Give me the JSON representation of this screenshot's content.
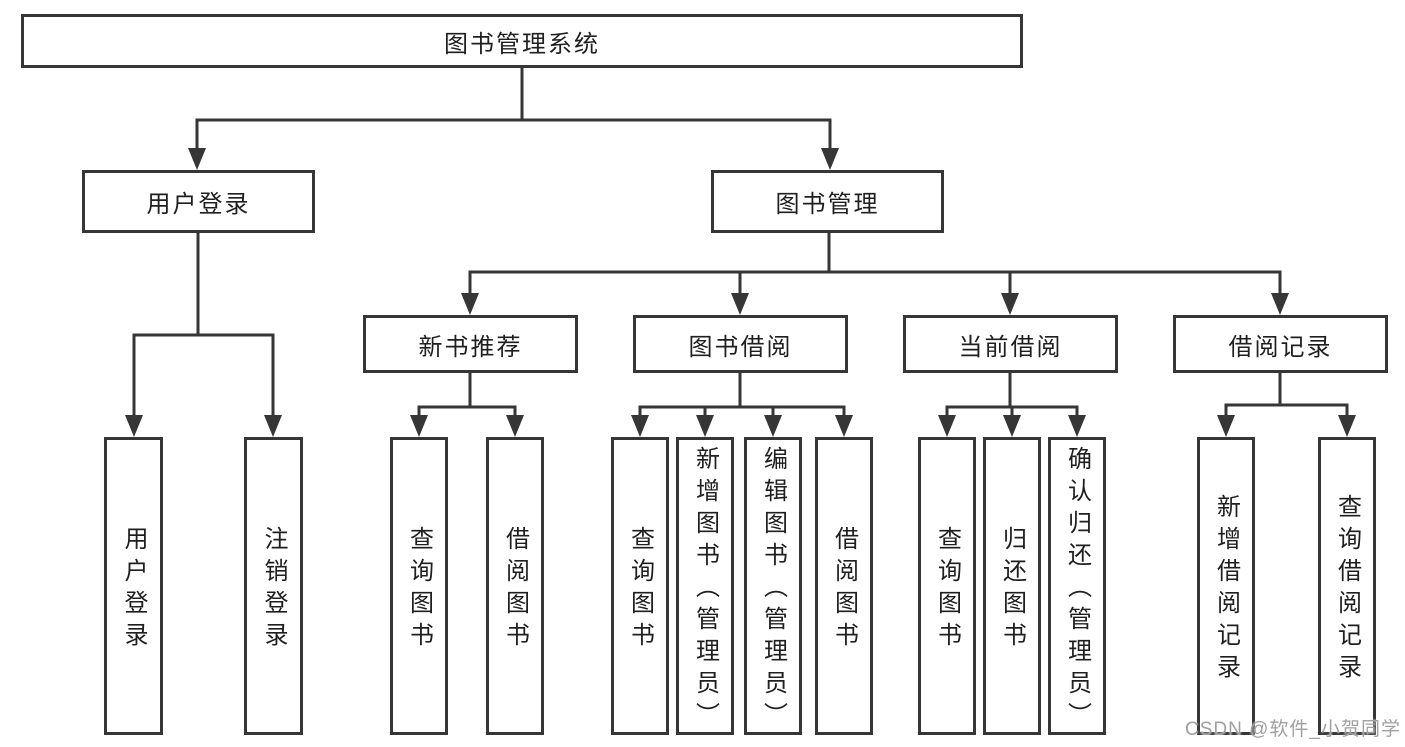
{
  "tree": {
    "root": {
      "label": "图书管理系统",
      "children": [
        {
          "label": "用户登录",
          "children": [
            {
              "label": "用户登录"
            },
            {
              "label": "注销登录"
            }
          ]
        },
        {
          "label": "图书管理",
          "children": [
            {
              "label": "新书推荐",
              "children": [
                {
                  "label": "查询图书"
                },
                {
                  "label": "借阅图书"
                }
              ]
            },
            {
              "label": "图书借阅",
              "children": [
                {
                  "label": "查询图书"
                },
                {
                  "label": "新增图书（管理员）"
                },
                {
                  "label": "编辑图书（管理员）"
                },
                {
                  "label": "借阅图书"
                }
              ]
            },
            {
              "label": "当前借阅",
              "children": [
                {
                  "label": "查询图书"
                },
                {
                  "label": "归还图书"
                },
                {
                  "label": "确认归还（管理员）"
                }
              ]
            },
            {
              "label": "借阅记录",
              "children": [
                {
                  "label": "新增借阅记录"
                },
                {
                  "label": "查询借阅记录"
                }
              ]
            }
          ]
        }
      ]
    }
  },
  "watermark": {
    "text": "CSDN @软件_小贺同学"
  },
  "colors": {
    "line": "#363636",
    "box_border": "#363636",
    "box_fill": "#ffffff",
    "text": "#1f1f1f",
    "watermark": "#a0a0a0"
  }
}
